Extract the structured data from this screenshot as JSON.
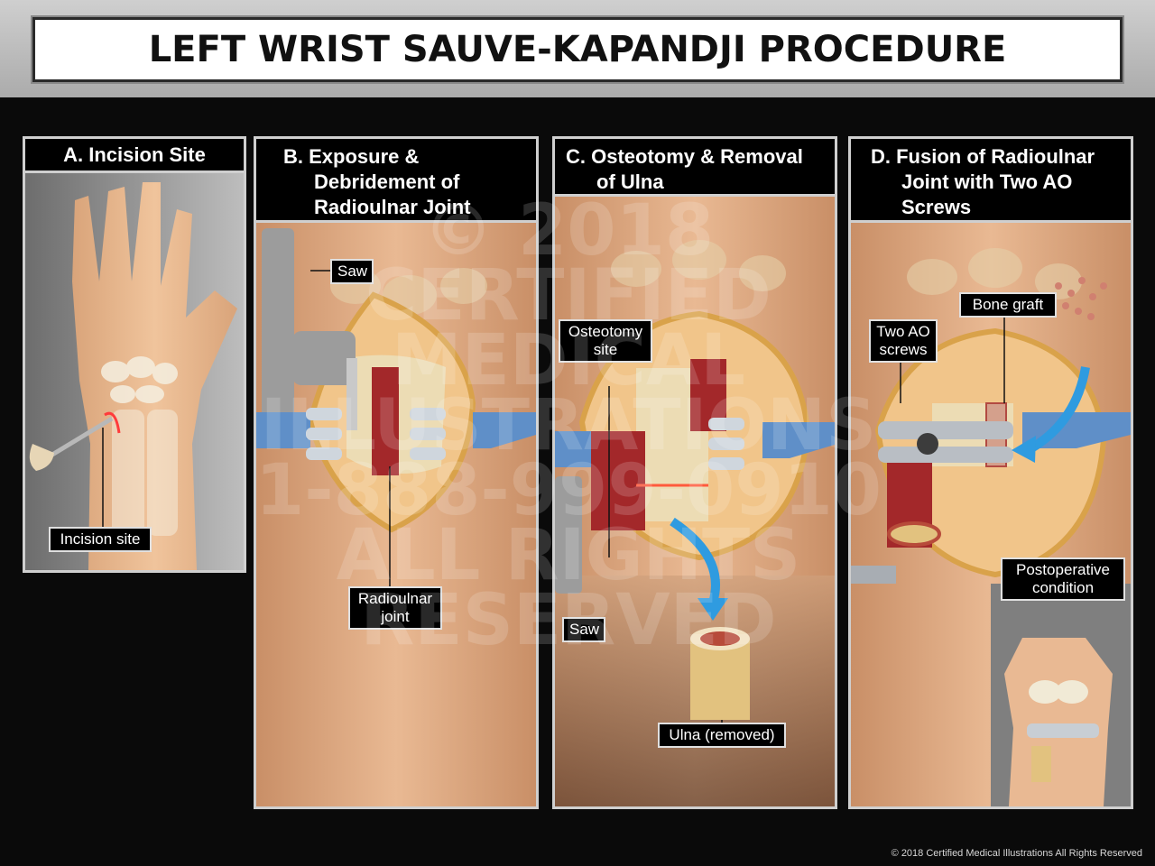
{
  "title": "LEFT WRIST SAUVE-KAPANDJI PROCEDURE",
  "panels": {
    "a": {
      "title": "A. Incision Site",
      "labels": {
        "incision": "Incision site"
      }
    },
    "b": {
      "title_lines": [
        "B. Exposure &",
        "Debridement of",
        "Radioulnar Joint"
      ],
      "labels": {
        "saw": "Saw",
        "joint_1": "Radioulnar",
        "joint_2": "joint"
      }
    },
    "c": {
      "title_lines": [
        "C. Osteotomy & Removal",
        "of Ulna"
      ],
      "labels": {
        "osteotomy_1": "Osteotomy",
        "osteotomy_2": "site",
        "saw": "Saw",
        "ulna": "Ulna (removed)"
      }
    },
    "d": {
      "title_lines": [
        "D. Fusion of Radioulnar",
        "Joint with Two AO",
        "Screws"
      ],
      "labels": {
        "bone_graft": "Bone graft",
        "screws_1": "Two AO",
        "screws_2": "screws",
        "postop_1": "Postoperative",
        "postop_2": "condition"
      }
    }
  },
  "watermark": [
    "© 2018",
    "CERTIFIED MEDICAL",
    "ILLUSTRATIONS",
    "1-888-999-0910",
    "ALL RIGHTS",
    "RESERVED"
  ],
  "copyright": "© 2018 Certified Medical Illustrations All Rights Reserved",
  "colors": {
    "skin": "#e8b98f",
    "bone": "#ecdcb4",
    "tissue": "#a3282a",
    "retractor": "#5f8fc8",
    "arrow": "#2f9be0"
  }
}
